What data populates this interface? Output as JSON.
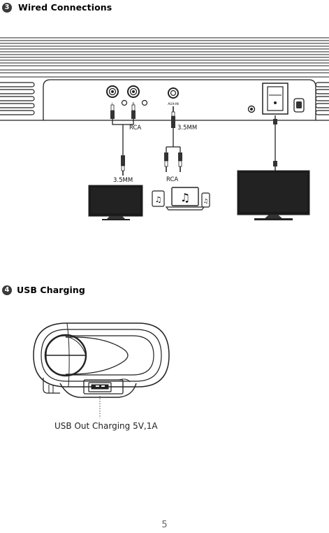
{
  "section3": {
    "number": "3",
    "title": "Wired Connections"
  },
  "section4": {
    "number": "4",
    "title": "USB Charging"
  },
  "diagram": {
    "panel_input_l": "L",
    "panel_input_r": "R",
    "aux_in_label": "AUX-IN",
    "rca_label_top": "RCA",
    "mm_label_top": "3.5MM",
    "mm_label_bottom": "3.5MM",
    "rca_label_bottom": "RCA",
    "usb_caption": "USB Out Charging 5V,1A"
  },
  "page_number": "5"
}
